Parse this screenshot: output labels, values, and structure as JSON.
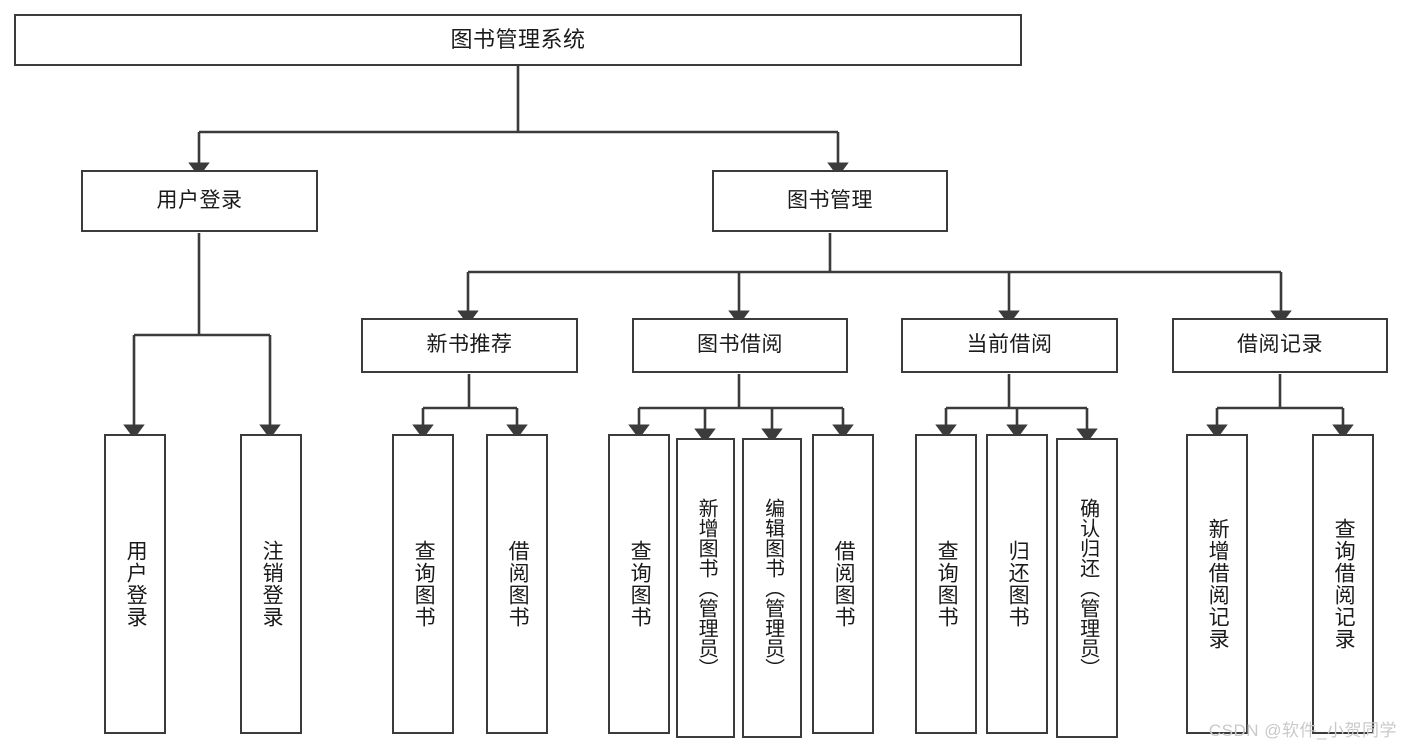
{
  "diagram": {
    "title": "图书管理系统",
    "type": "功能结构图",
    "style": {
      "background": "#ffffff",
      "box_border": "#3b3b3b",
      "box_fill": "#ffffff",
      "line": "#3b3b3b",
      "text": "#1a1a1a",
      "watermark": "#c9c9c9"
    }
  },
  "root": {
    "label": "图书管理系统"
  },
  "level2": [
    {
      "label": "用户登录"
    },
    {
      "label": "图书管理"
    }
  ],
  "level3": [
    {
      "label": "新书推荐"
    },
    {
      "label": "图书借阅"
    },
    {
      "label": "当前借阅"
    },
    {
      "label": "借阅记录"
    }
  ],
  "leaves": {
    "user_login": [
      {
        "label": "用户登录"
      },
      {
        "label": "注销登录"
      }
    ],
    "new_book": [
      {
        "label": "查询图书"
      },
      {
        "label": "借阅图书"
      }
    ],
    "book_borrow": [
      {
        "label": "查询图书"
      },
      {
        "label": "新增图书（管理员）"
      },
      {
        "label": "编辑图书（管理员）"
      },
      {
        "label": "借阅图书"
      }
    ],
    "current_borrow": [
      {
        "label": "查询图书"
      },
      {
        "label": "归还图书"
      },
      {
        "label": "确认归还（管理员）"
      }
    ],
    "borrow_record": [
      {
        "label": "新增借阅记录"
      },
      {
        "label": "查询借阅记录"
      }
    ]
  },
  "watermark": {
    "text": "CSDN @软件_小贺同学"
  }
}
